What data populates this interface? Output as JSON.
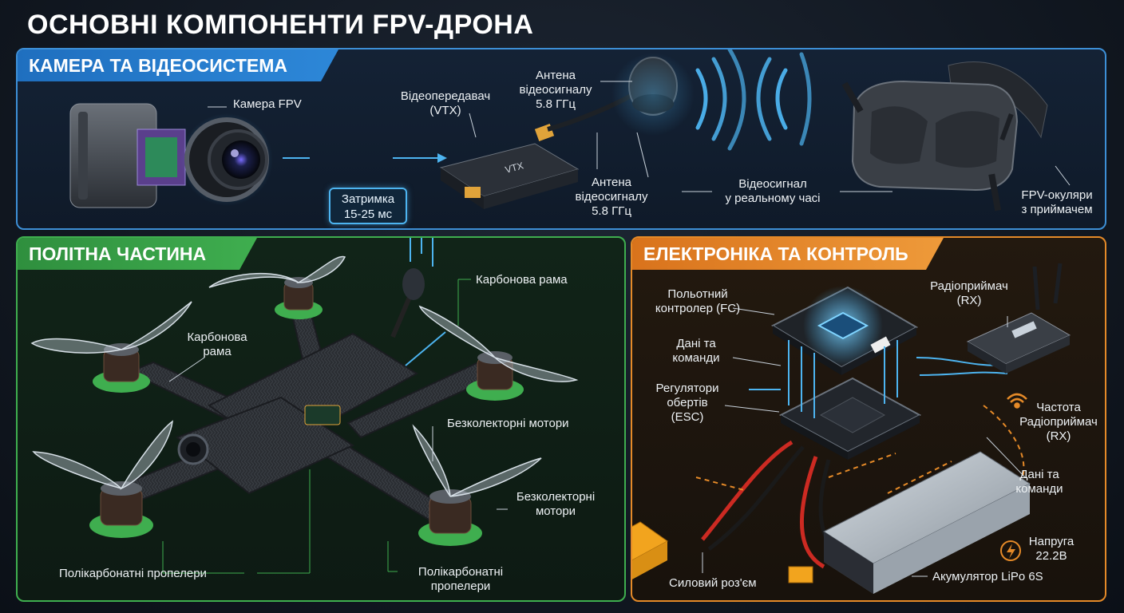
{
  "title": "ОСНОВНІ КОМПОНЕНТИ FPV-ДРОНА",
  "sections": {
    "video": {
      "header": "КАМЕРА ТА ВІДЕОСИСТЕМА",
      "camera": "Камера FPV",
      "latency": [
        "Затримка",
        "15-25 мс"
      ],
      "vtx": [
        "Відеопередавач",
        "(VTX)"
      ],
      "antenna_top": [
        "Антена",
        "відеосигналу",
        "5.8 ГГц"
      ],
      "antenna_bottom": [
        "Антена",
        "відеосигналу",
        "5.8 ГГц"
      ],
      "signal": [
        "Відеосигнал",
        "у реальному часі"
      ],
      "goggles": [
        "FPV-окуляри",
        "з приймачем"
      ],
      "vtx_marking": "VTX"
    },
    "flight": {
      "header": "ПОЛІТНА ЧАСТИНА",
      "frame_top": "Карбонова рама",
      "frame_left": [
        "Карбонова",
        "рама"
      ],
      "motors_right": "Безколекторні мотори",
      "motors_bottom": [
        "Безколекторні",
        "мотори"
      ],
      "props_left": "Полікарбонатні пропелери",
      "props_bottom": [
        "Полікарбонатні",
        "пропелери"
      ]
    },
    "electronics": {
      "header": "ЕЛЕКТРОНІКА ТА КОНТРОЛЬ",
      "fc": [
        "Польотний",
        "контролер (FC)"
      ],
      "rx_top": [
        "Радіоприймач",
        "(RX)"
      ],
      "data_left": [
        "Дані та",
        "команди"
      ],
      "esc": [
        "Регулятори",
        "обертів",
        "(ESC)"
      ],
      "rx_freq": [
        "Частота",
        "Радіоприймач",
        "(RX)"
      ],
      "data_right": [
        "Дані та",
        "команди"
      ],
      "voltage": [
        "Напруга",
        "22.2В"
      ],
      "connector": "Силовий роз'єм",
      "battery": "Акумулятор LiPo 6S"
    }
  },
  "colors": {
    "video_accent": "#3d8fd6",
    "flight_accent": "#3fae4f",
    "electronics_accent": "#e58a28",
    "signal_glow": "#4db4f0"
  }
}
